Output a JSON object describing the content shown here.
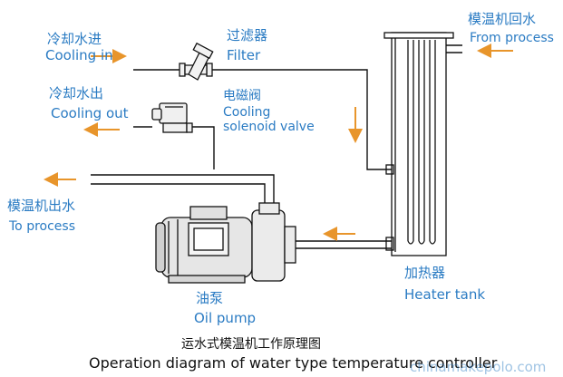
{
  "labels": {
    "cooling_in_cn": "冷却水进",
    "cooling_in_en": "Cooling in",
    "filter_cn": "过滤器",
    "filter_en": "Filter",
    "from_process_cn": "模温机回水",
    "from_process_en": "From process",
    "cooling_out_cn": "冷却水出",
    "cooling_out_en": "Cooling out",
    "valve_cn": "电磁阀",
    "valve_en_1": "Cooling",
    "valve_en_2": "solenoid valve",
    "to_process_cn": "模温机出水",
    "to_process_en": "To process",
    "heater_cn": "加热器",
    "heater_en": "Heater tank",
    "pump_cn": "油泵",
    "pump_en": "Oil pump"
  },
  "caption": {
    "cn": "运水式模温机工作原理图",
    "en": "Operation diagram of water type temperature controller"
  },
  "watermark": "chinamakepolo.com",
  "colors": {
    "label": "#2a7bc3",
    "arrow": "#e8952b",
    "line": "#111111"
  }
}
